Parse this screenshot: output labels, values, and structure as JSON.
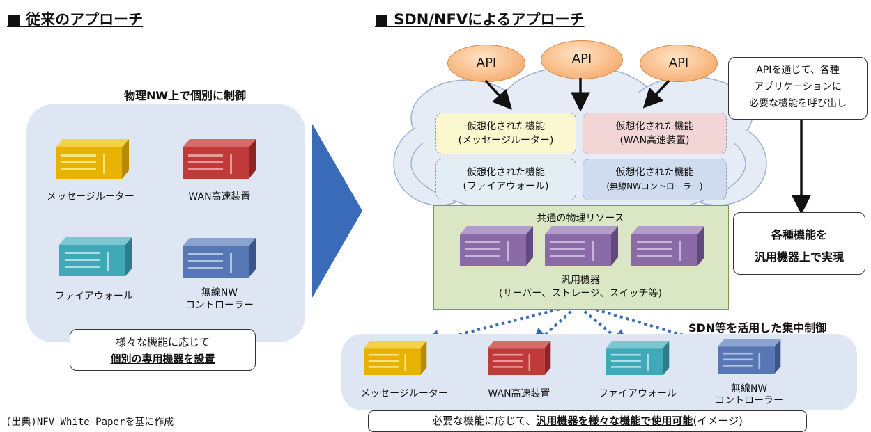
{
  "left": {
    "title": "■ 従来のアプローチ",
    "caption": "物理NW上で個別に制御",
    "devices": [
      "メッセージルーター",
      "WAN高速装置",
      "ファイアウォール",
      "無線NW",
      "コントローラー"
    ],
    "note_line1": "様々な機能に応じて",
    "note_line2": "個別の専用機器を設置"
  },
  "source": "(出典)NFV White Paperを基に作成",
  "right": {
    "title": "■ SDN/NFVによるアプローチ",
    "api_label": "API",
    "vnf_head": "仮想化された機能",
    "vnf": [
      "(メッセージルーター)",
      "(WAN高速装置)",
      "(ファイアウォール)",
      "(無線NWコントローラー)"
    ],
    "resource_title": "共通の物理リソース",
    "resource_line1": "汎用機器",
    "resource_line2": "(サーバー、ストレージ、スイッチ等)",
    "api_note": [
      "APIを通じて、各種",
      "アプリケーションに",
      "必要な機能を呼び出し"
    ],
    "realize_line1": "各種機能を",
    "realize_line2": "汎用機器上で実現",
    "central_caption": "SDN等を活用した集中制御",
    "bottom_devices": [
      "メッセージルーター",
      "WAN高速装置",
      "ファイアウォール",
      "無線NW",
      "コントローラー"
    ],
    "bottom_note_pre": "必要な機能に応じて、",
    "bottom_note_bold": "汎用機器を様々な機能で使用可能",
    "bottom_note_post": "(イメージ)"
  },
  "colors": {
    "router": "#e8b200",
    "wan": "#c03a3a",
    "firewall": "#3fa9b8",
    "wireless": "#5677b3",
    "generic": "#8b6aa8",
    "arrow": "#3a6bb8"
  }
}
